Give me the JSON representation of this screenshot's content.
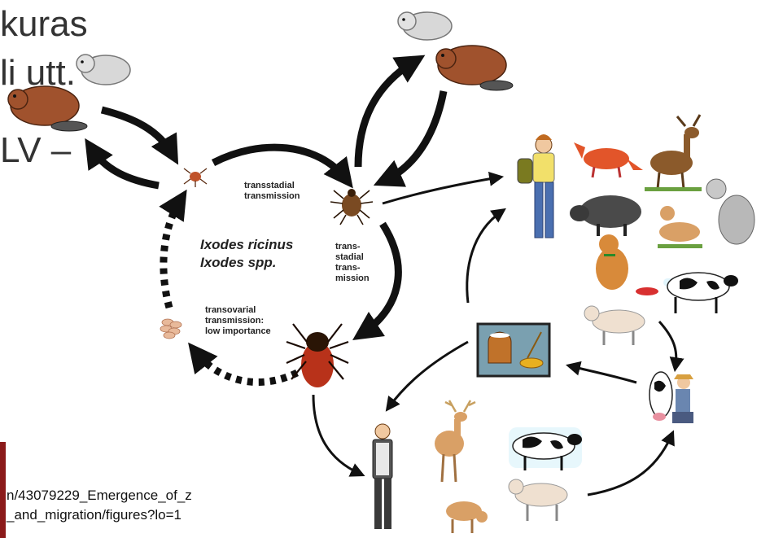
{
  "slide_text": {
    "line1": "kuras",
    "line2": "li utt.",
    "line3": "LV –"
  },
  "labels": {
    "transstadial_top": "transstadial\ntransmission",
    "transstadial_right": "trans-\nstadial\ntrans-\nmission",
    "transovarial": "transovarial\ntransmission:\nlow importance",
    "species": "Ixodes ricinus\nIxodes spp."
  },
  "caption": {
    "line1": "n/43079229_Emergence_of_z",
    "line2": "_and_migration/figures?lo=1"
  },
  "colors": {
    "accent_bar": "#8b1a1a",
    "arrow": "#111111"
  },
  "icons": [
    "rodent-icon",
    "beaver-icon",
    "tick-larva-icon",
    "tick-nymph-icon",
    "tick-adult-icon",
    "eggs-icon",
    "hiker-icon",
    "fox-icon",
    "deer-icon",
    "boar-icon",
    "fawn-icon",
    "marten-icon",
    "dog-icon",
    "cow-icon",
    "goat-icon",
    "dairy-products-icon",
    "milker-icon",
    "man-icon",
    "stag-icon"
  ]
}
